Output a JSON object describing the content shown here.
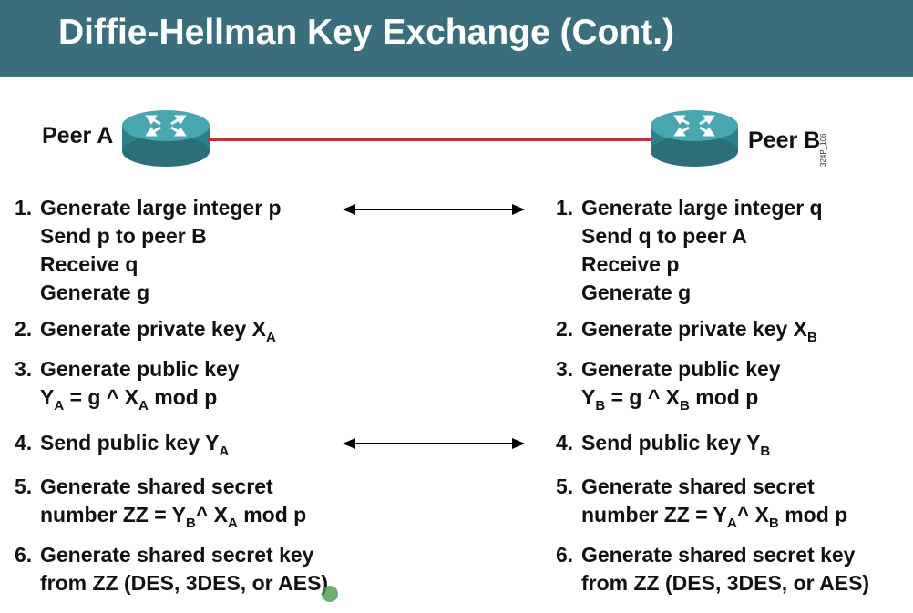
{
  "title": "Diffie-Hellman Key Exchange (Cont.)",
  "figure_code": "324P_106",
  "peer_a": {
    "label": "Peer A"
  },
  "peer_b": {
    "label": "Peer B"
  },
  "colors": {
    "title_bar": "#3b6e7c",
    "link": "#c0303c",
    "router": "#3a8f9a"
  },
  "icons": [
    "router-icon",
    "double-arrow-icon"
  ],
  "left": {
    "s1": {
      "num": "1.",
      "l1": "Generate large integer p",
      "l2": "Send p to peer B",
      "l3": "Receive q",
      "l4": "Generate g"
    },
    "s2": {
      "num": "2.",
      "text": "Generate private key X",
      "sub": "A"
    },
    "s3": {
      "num": "3.",
      "l1": "Generate public key",
      "y": "Y",
      "y_sub": "A",
      "mid": " = g ^ X",
      "x_sub": "A",
      "end": " mod p"
    },
    "s4": {
      "num": "4.",
      "text": "Send public key Y",
      "sub": "A"
    },
    "s5": {
      "num": "5.",
      "l1": "Generate shared secret",
      "pre": "number ZZ = Y",
      "y_sub": "B",
      "mid": "^ X",
      "x_sub": "A",
      "end": " mod p"
    },
    "s6": {
      "num": "6.",
      "l1": "Generate shared secret key",
      "l2": "from ZZ (DES, 3DES, or AES)"
    }
  },
  "right": {
    "s1": {
      "num": "1.",
      "l1": "Generate large integer q",
      "l2": "Send q to peer A",
      "l3": "Receive p",
      "l4": "Generate g"
    },
    "s2": {
      "num": "2.",
      "text": "Generate private key X",
      "sub": "B"
    },
    "s3": {
      "num": "3.",
      "l1": "Generate public key",
      "y": "Y",
      "y_sub": "B",
      "mid": " = g ^ X",
      "x_sub": "B",
      "end": " mod p"
    },
    "s4": {
      "num": "4.",
      "text": "Send public key Y",
      "sub": "B"
    },
    "s5": {
      "num": "5.",
      "l1": "Generate shared secret",
      "pre": "number ZZ = Y",
      "y_sub": "A",
      "mid": "^ X",
      "x_sub": "B",
      "end": " mod p"
    },
    "s6": {
      "num": "6.",
      "l1": "Generate shared secret key",
      "l2": "from ZZ (DES, 3DES, or AES)"
    }
  }
}
